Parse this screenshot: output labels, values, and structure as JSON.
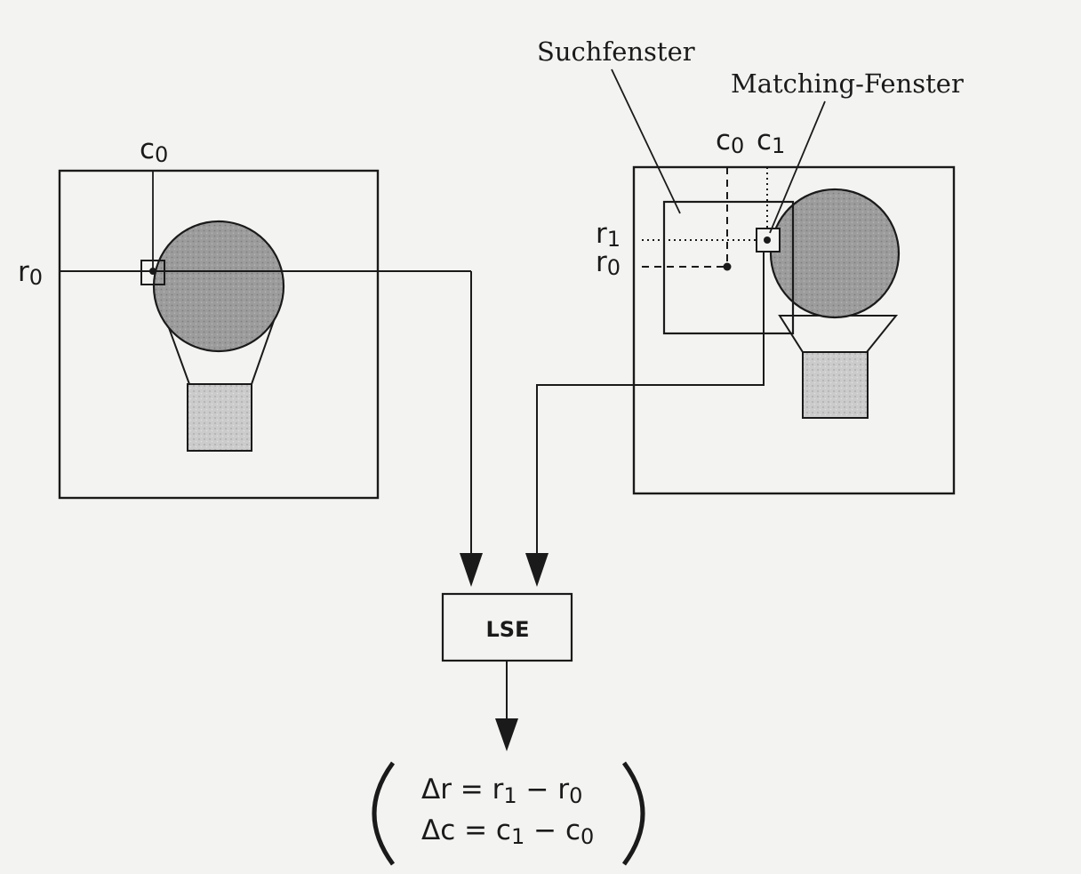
{
  "labels": {
    "search_window": "Suchfenster",
    "matching_window": "Matching-Fenster",
    "left_col": "c0",
    "left_row": "r0",
    "right_col0": "c0",
    "right_col1": "c1",
    "right_row1": "r1",
    "right_row0": "r0",
    "process": "LSE",
    "result_row": "Δr = r1 − r0",
    "result_col": "Δc = c1 − c0"
  },
  "colors": {
    "ink": "#1a1a1a",
    "paper": "#f3f3f1",
    "balloon_fill": "#9a9a9a",
    "basket_fill": "#c8c8c8"
  }
}
